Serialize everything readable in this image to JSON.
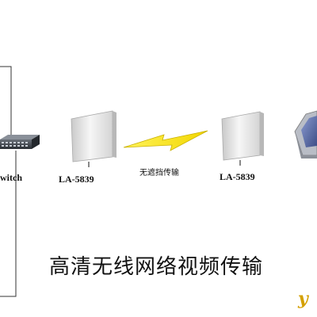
{
  "diagram": {
    "switch_label": "witch",
    "antenna_left_label": "LA-5839",
    "antenna_right_label": "LA-5839",
    "link_label": "无遮挡传输",
    "title": "高清无线网络视频传输",
    "watermark": "y"
  },
  "colors": {
    "wire": "#333333",
    "lightning": "#f5e800",
    "lightning_stroke": "#c9b000",
    "watermark": "#d4a000",
    "panel_face": "#eeeeee",
    "switch_body": "#3a3f46",
    "monitor_screen": "#5c6fa8"
  }
}
